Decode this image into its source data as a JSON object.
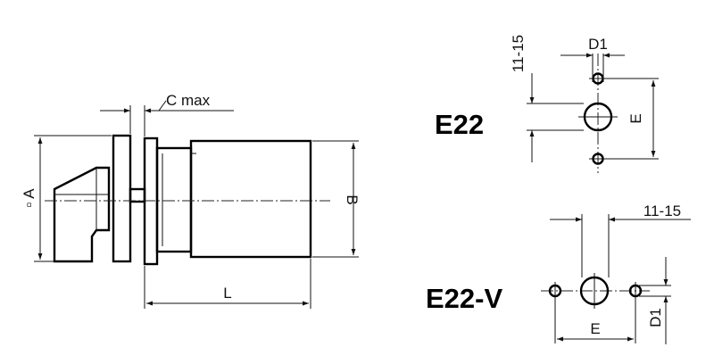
{
  "colors": {
    "ink": "#000000",
    "background": "#ffffff"
  },
  "side_view": {
    "dim_c": "C max",
    "dim_a": "▫ A",
    "dim_b": "B",
    "dim_l": "L"
  },
  "e22": {
    "title": "E22",
    "dim_gap": "11-15",
    "dim_d1": "D1",
    "dim_e": "E"
  },
  "e22v": {
    "title": "E22-V",
    "dim_gap": "11-15",
    "dim_d1": "D1",
    "dim_e": "E"
  }
}
